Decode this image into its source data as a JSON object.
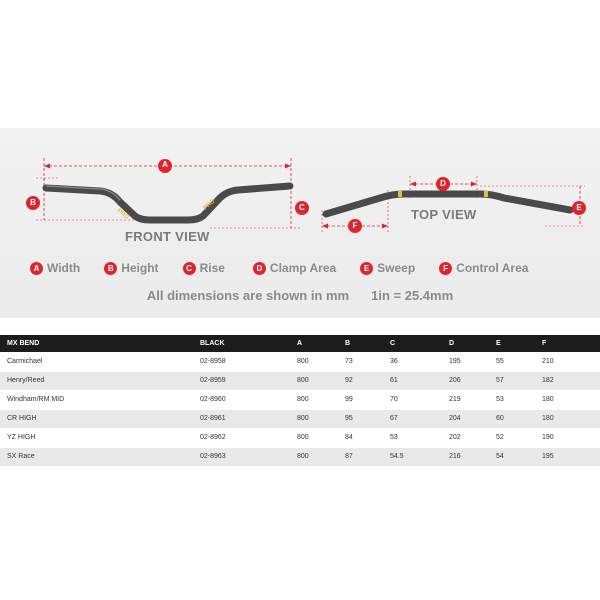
{
  "diagram": {
    "front_view_label": "FRONT VIEW",
    "top_view_label": "TOP VIEW",
    "markers": {
      "a": "A",
      "b": "B",
      "c": "C",
      "d": "D",
      "e": "E",
      "f": "F"
    }
  },
  "legend": [
    {
      "letter": "A",
      "label": "Width"
    },
    {
      "letter": "B",
      "label": "Height"
    },
    {
      "letter": "C",
      "label": "Rise"
    },
    {
      "letter": "D",
      "label": "Clamp Area"
    },
    {
      "letter": "E",
      "label": "Sweep"
    },
    {
      "letter": "F",
      "label": "Control Area"
    }
  ],
  "note": {
    "units": "All dimensions are shown in mm",
    "conversion": "1in = 25.4mm"
  },
  "colors": {
    "accent_red": "#e0242c",
    "bar_grey": "#4a4a4a",
    "header_dark": "#1c1c1c"
  },
  "table": {
    "headers": [
      "MX BEND",
      "BLACK",
      "A",
      "B",
      "C",
      "D",
      "E",
      "F"
    ],
    "rows": [
      [
        "Carmichael",
        "02-8958",
        "800",
        "73",
        "36",
        "195",
        "55",
        "210"
      ],
      [
        "Henry/Reed",
        "02-8959",
        "800",
        "92",
        "61",
        "206",
        "57",
        "182"
      ],
      [
        "Windham/RM MID",
        "02-8960",
        "800",
        "99",
        "70",
        "219",
        "53",
        "180"
      ],
      [
        "CR HIGH",
        "02-8961",
        "800",
        "95",
        "67",
        "204",
        "60",
        "180"
      ],
      [
        "YZ HIGH",
        "02-8962",
        "800",
        "84",
        "53",
        "202",
        "52",
        "190"
      ],
      [
        "SX Race",
        "02-8963",
        "800",
        "87",
        "54.5",
        "216",
        "54",
        "195"
      ]
    ]
  }
}
